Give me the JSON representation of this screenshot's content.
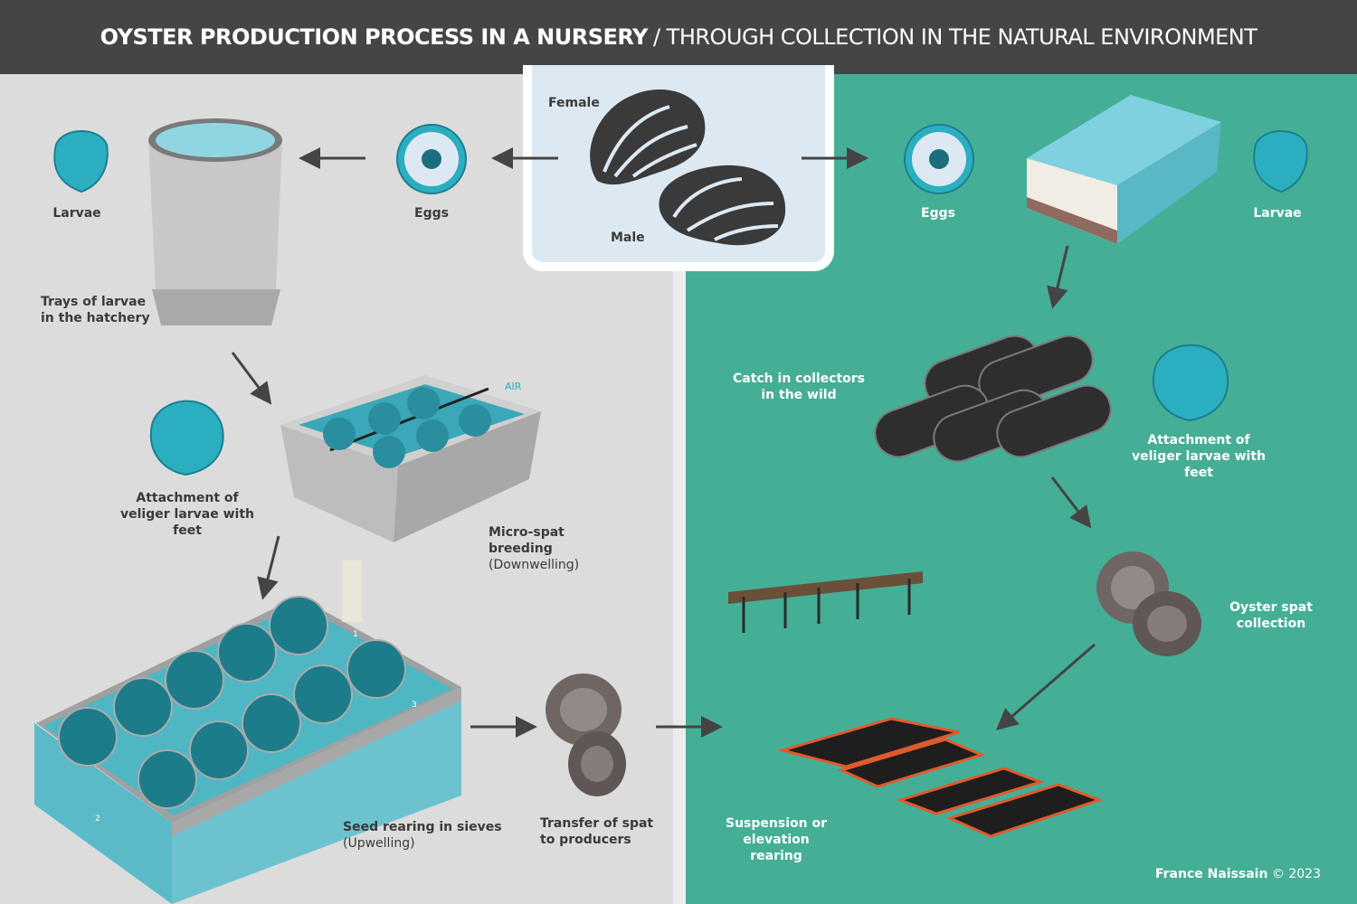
{
  "header": {
    "title_bold": "OYSTER PRODUCTION PROCESS IN A NURSERY",
    "title_light": "/ THROUGH COLLECTION IN THE NATURAL ENVIRONMENT"
  },
  "center": {
    "female": "Female",
    "male": "Male"
  },
  "nursery": {
    "larvae": "Larvae",
    "eggs": "Eggs",
    "trays_line1": "Trays of larvae",
    "trays_line2": "in the hatchery",
    "attach_line1": "Attachment of",
    "attach_line2": "veliger larvae with",
    "attach_line3": "feet",
    "air": "AIR",
    "micro_line1": "Micro-spat",
    "micro_line2": "breeding",
    "micro_line3": "(Downwelling)",
    "seed_line1": "Seed rearing in sieves",
    "seed_line2": "(Upwelling)",
    "transfer_line1": "Transfer of spat",
    "transfer_line2": "to producers",
    "flow_numbers": [
      "1",
      "2",
      "3"
    ]
  },
  "wild": {
    "eggs": "Eggs",
    "larvae": "Larvae",
    "catch_line1": "Catch in collectors",
    "catch_line2": "in the wild",
    "attach_line1": "Attachment of",
    "attach_line2": "veliger larvae with",
    "attach_line3": "feet",
    "spat_line1": "Oyster spat",
    "spat_line2": "collection",
    "susp_line1": "Suspension or",
    "susp_line2": "elevation",
    "susp_line3": "rearing"
  },
  "credit": {
    "brand": "France Naissain",
    "year": "© 2023"
  },
  "colors": {
    "header": "#454545",
    "nursery_bg": "#dcdcdc",
    "wild_bg": "#45ae96",
    "accent_teal": "#2bafc0",
    "arrow": "#444444"
  }
}
